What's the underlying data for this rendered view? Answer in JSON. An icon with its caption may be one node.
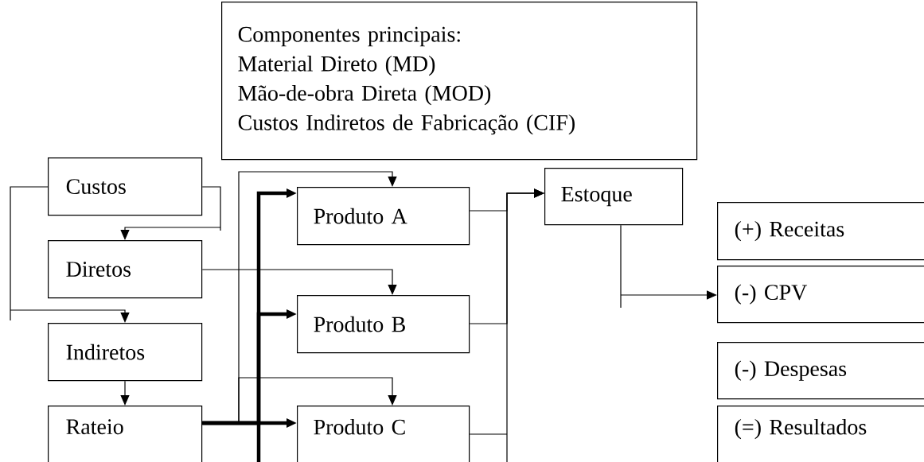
{
  "diagram": {
    "nodes": [
      {
        "text": [
          "Componentes principais:",
          "Material Direto (MD)",
          "Mão-de-obra Direta (MOD)",
          "Custos Indiretos de Fabricação (CIF)"
        ]
      },
      {
        "text": [
          "Custos"
        ]
      },
      {
        "text": [
          "Diretos"
        ]
      },
      {
        "text": [
          "Indiretos"
        ]
      },
      {
        "text": [
          "Rateio"
        ]
      },
      {
        "text": [
          "Produto A"
        ]
      },
      {
        "text": [
          "Produto B"
        ]
      },
      {
        "text": [
          "Produto C"
        ]
      },
      {
        "text": [
          "Estoque"
        ]
      },
      {
        "text": [
          "(+) Receitas"
        ]
      },
      {
        "text": [
          "(-) CPV"
        ]
      },
      {
        "text": [
          "(-) Despesas"
        ]
      },
      {
        "text": [
          "(=) Resultados"
        ]
      }
    ],
    "edges": [
      {
        "from": 1,
        "to": 2,
        "arrow": "to"
      },
      {
        "from": 1,
        "to": 3,
        "arrow": "to"
      },
      {
        "from": 3,
        "to": 4,
        "arrow": "to"
      },
      {
        "from": 2,
        "to": 6,
        "arrow": "to"
      },
      {
        "from": 4,
        "to": 5,
        "arrow": "to",
        "style": "thick"
      },
      {
        "from": 4,
        "to": 6,
        "arrow": "to",
        "style": "thick"
      },
      {
        "from": 4,
        "to": 7,
        "arrow": "to",
        "style": "thick"
      },
      {
        "from": 4,
        "to": 5,
        "arrow": "to"
      },
      {
        "from": 4,
        "to": 7,
        "arrow": "to"
      },
      {
        "from": 5,
        "to": 8,
        "arrow": "to"
      },
      {
        "from": 6,
        "to": 8,
        "arrow": "to"
      },
      {
        "from": 7,
        "to": 8,
        "arrow": "to"
      },
      {
        "from": 8,
        "to": 10,
        "arrow": "to"
      }
    ]
  }
}
